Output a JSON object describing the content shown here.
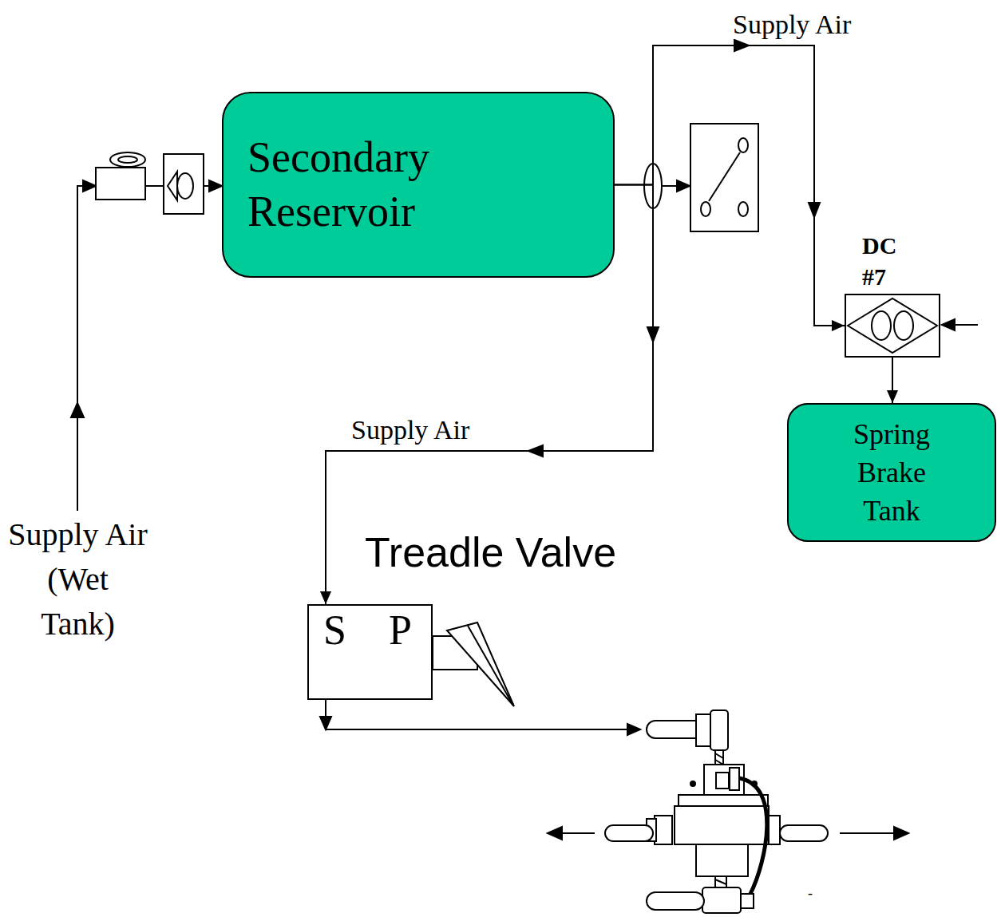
{
  "diagram": {
    "nodes": [
      {
        "text": [
          "Secondary Reservoir"
        ]
      },
      {
        "text": [
          "DC #7"
        ]
      },
      {
        "text": [
          "Spring Brake Tank"
        ]
      },
      {
        "text": [
          "Treadle Valve",
          "S",
          "P"
        ]
      }
    ],
    "edges": [
      {
        "from": 0,
        "to": 1,
        "arrow": "to",
        "label": "Supply Air"
      },
      {
        "from": 1,
        "to": 2,
        "arrow": "to"
      },
      {
        "from": 0,
        "to": 3,
        "arrow": "to",
        "label": "Supply Air"
      }
    ],
    "labels": [
      "Supply Air (Wet Tank)",
      "-"
    ]
  }
}
